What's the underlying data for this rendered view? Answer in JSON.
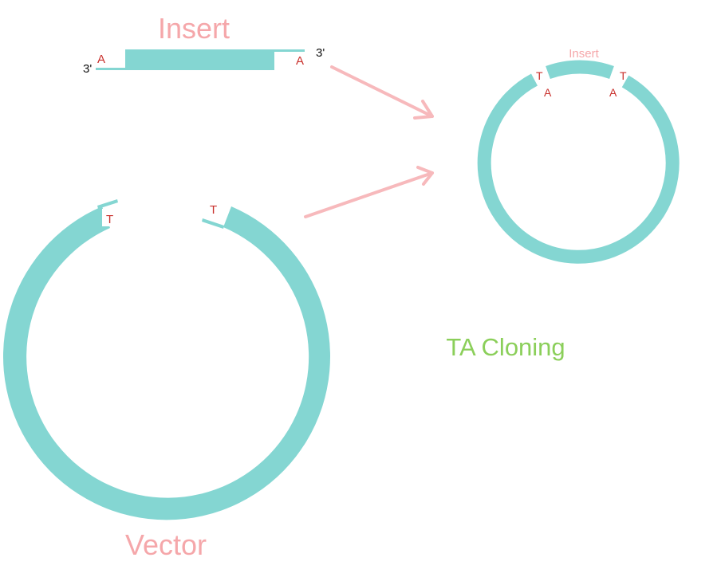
{
  "colors": {
    "dna": "#84d6d2",
    "label_pink": "#f5a7aa",
    "base_red": "#c9302c",
    "arrow": "#f7b9bc",
    "caption_green": "#8bcf5a",
    "end_label": "#111111"
  },
  "insert": {
    "title": "Insert",
    "left_end": "3'",
    "right_end": "3'",
    "left_overhang": "A",
    "right_overhang": "A"
  },
  "vector": {
    "title": "Vector",
    "left_overhang": "T",
    "right_overhang": "T"
  },
  "product": {
    "insert_label": "Insert",
    "left_junction": {
      "top": "T",
      "bottom": "A"
    },
    "right_junction": {
      "top": "T",
      "bottom": "A"
    }
  },
  "caption": "TA Cloning"
}
